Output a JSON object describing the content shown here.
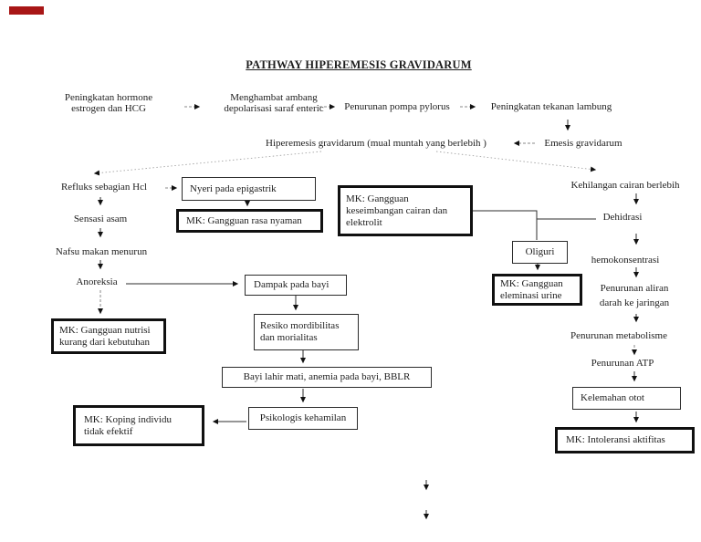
{
  "page": {
    "title": "PATHWAY HIPEREMESIS GRAVIDARUM",
    "background_color": "#ffffff",
    "ink_color": "#1d1d1d",
    "red_mark_color": "#a81616"
  },
  "nodes": {
    "hormone": [
      "Peningkatan hormone",
      "estrogen dan HCG"
    ],
    "menghambat": [
      "Menghambat ambang",
      "depolarisasi saraf enteric"
    ],
    "pompa_pylorus": "Penurunan pompa pylorus",
    "tekanan_lambung": "Peningkatan tekanan lambung",
    "hiperemesis": "Hiperemesis gravidarum (mual muntah yang berlebih )",
    "emesis": "Emesis gravidarum",
    "refluks": "Refluks sebagian Hcl",
    "sensasi_asam": "Sensasi asam",
    "nafsu_makan": "Nafsu makan menurun",
    "anoreksia": "Anoreksia",
    "mk_nutrisi": [
      "MK: Gangguan nutrisi",
      "kurang dari kebutuhan"
    ],
    "nyeri_epigastrik": "Nyeri pada epigastrik",
    "mk_rasa_nyaman": "MK: Gangguan rasa nyaman",
    "mk_cairan": [
      "MK: Gangguan",
      "keseimbangan cairan dan",
      "elektrolit"
    ],
    "oliguri": "Oliguri",
    "mk_eleminasi": [
      "MK: Gangguan",
      "eleminasi urine"
    ],
    "kehilangan_cairan": "Kehilangan cairan berlebih",
    "dehidrasi": "Dehidrasi",
    "hemokonsentrasi": "hemokonsentrasi",
    "penurunan_aliran": [
      "Penurunan aliran",
      "darah ke jaringan"
    ],
    "penurunan_metabolisme": "Penurunan metabolisme",
    "penurunan_atp": "Penurunan ATP",
    "kelemahan_otot": "Kelemahan otot",
    "mk_intoleransi": "MK: Intoleransi aktifitas",
    "dampak_bayi": "Dampak pada bayi",
    "resiko": [
      "Resiko mordibilitas",
      "dan morialitas"
    ],
    "bayi_lahir": "Bayi lahir mati, anemia pada bayi, BBLR",
    "psikologis": "Psikologis kehamilan",
    "mk_koping": [
      "MK: Koping individu",
      "tidak efektif"
    ]
  }
}
